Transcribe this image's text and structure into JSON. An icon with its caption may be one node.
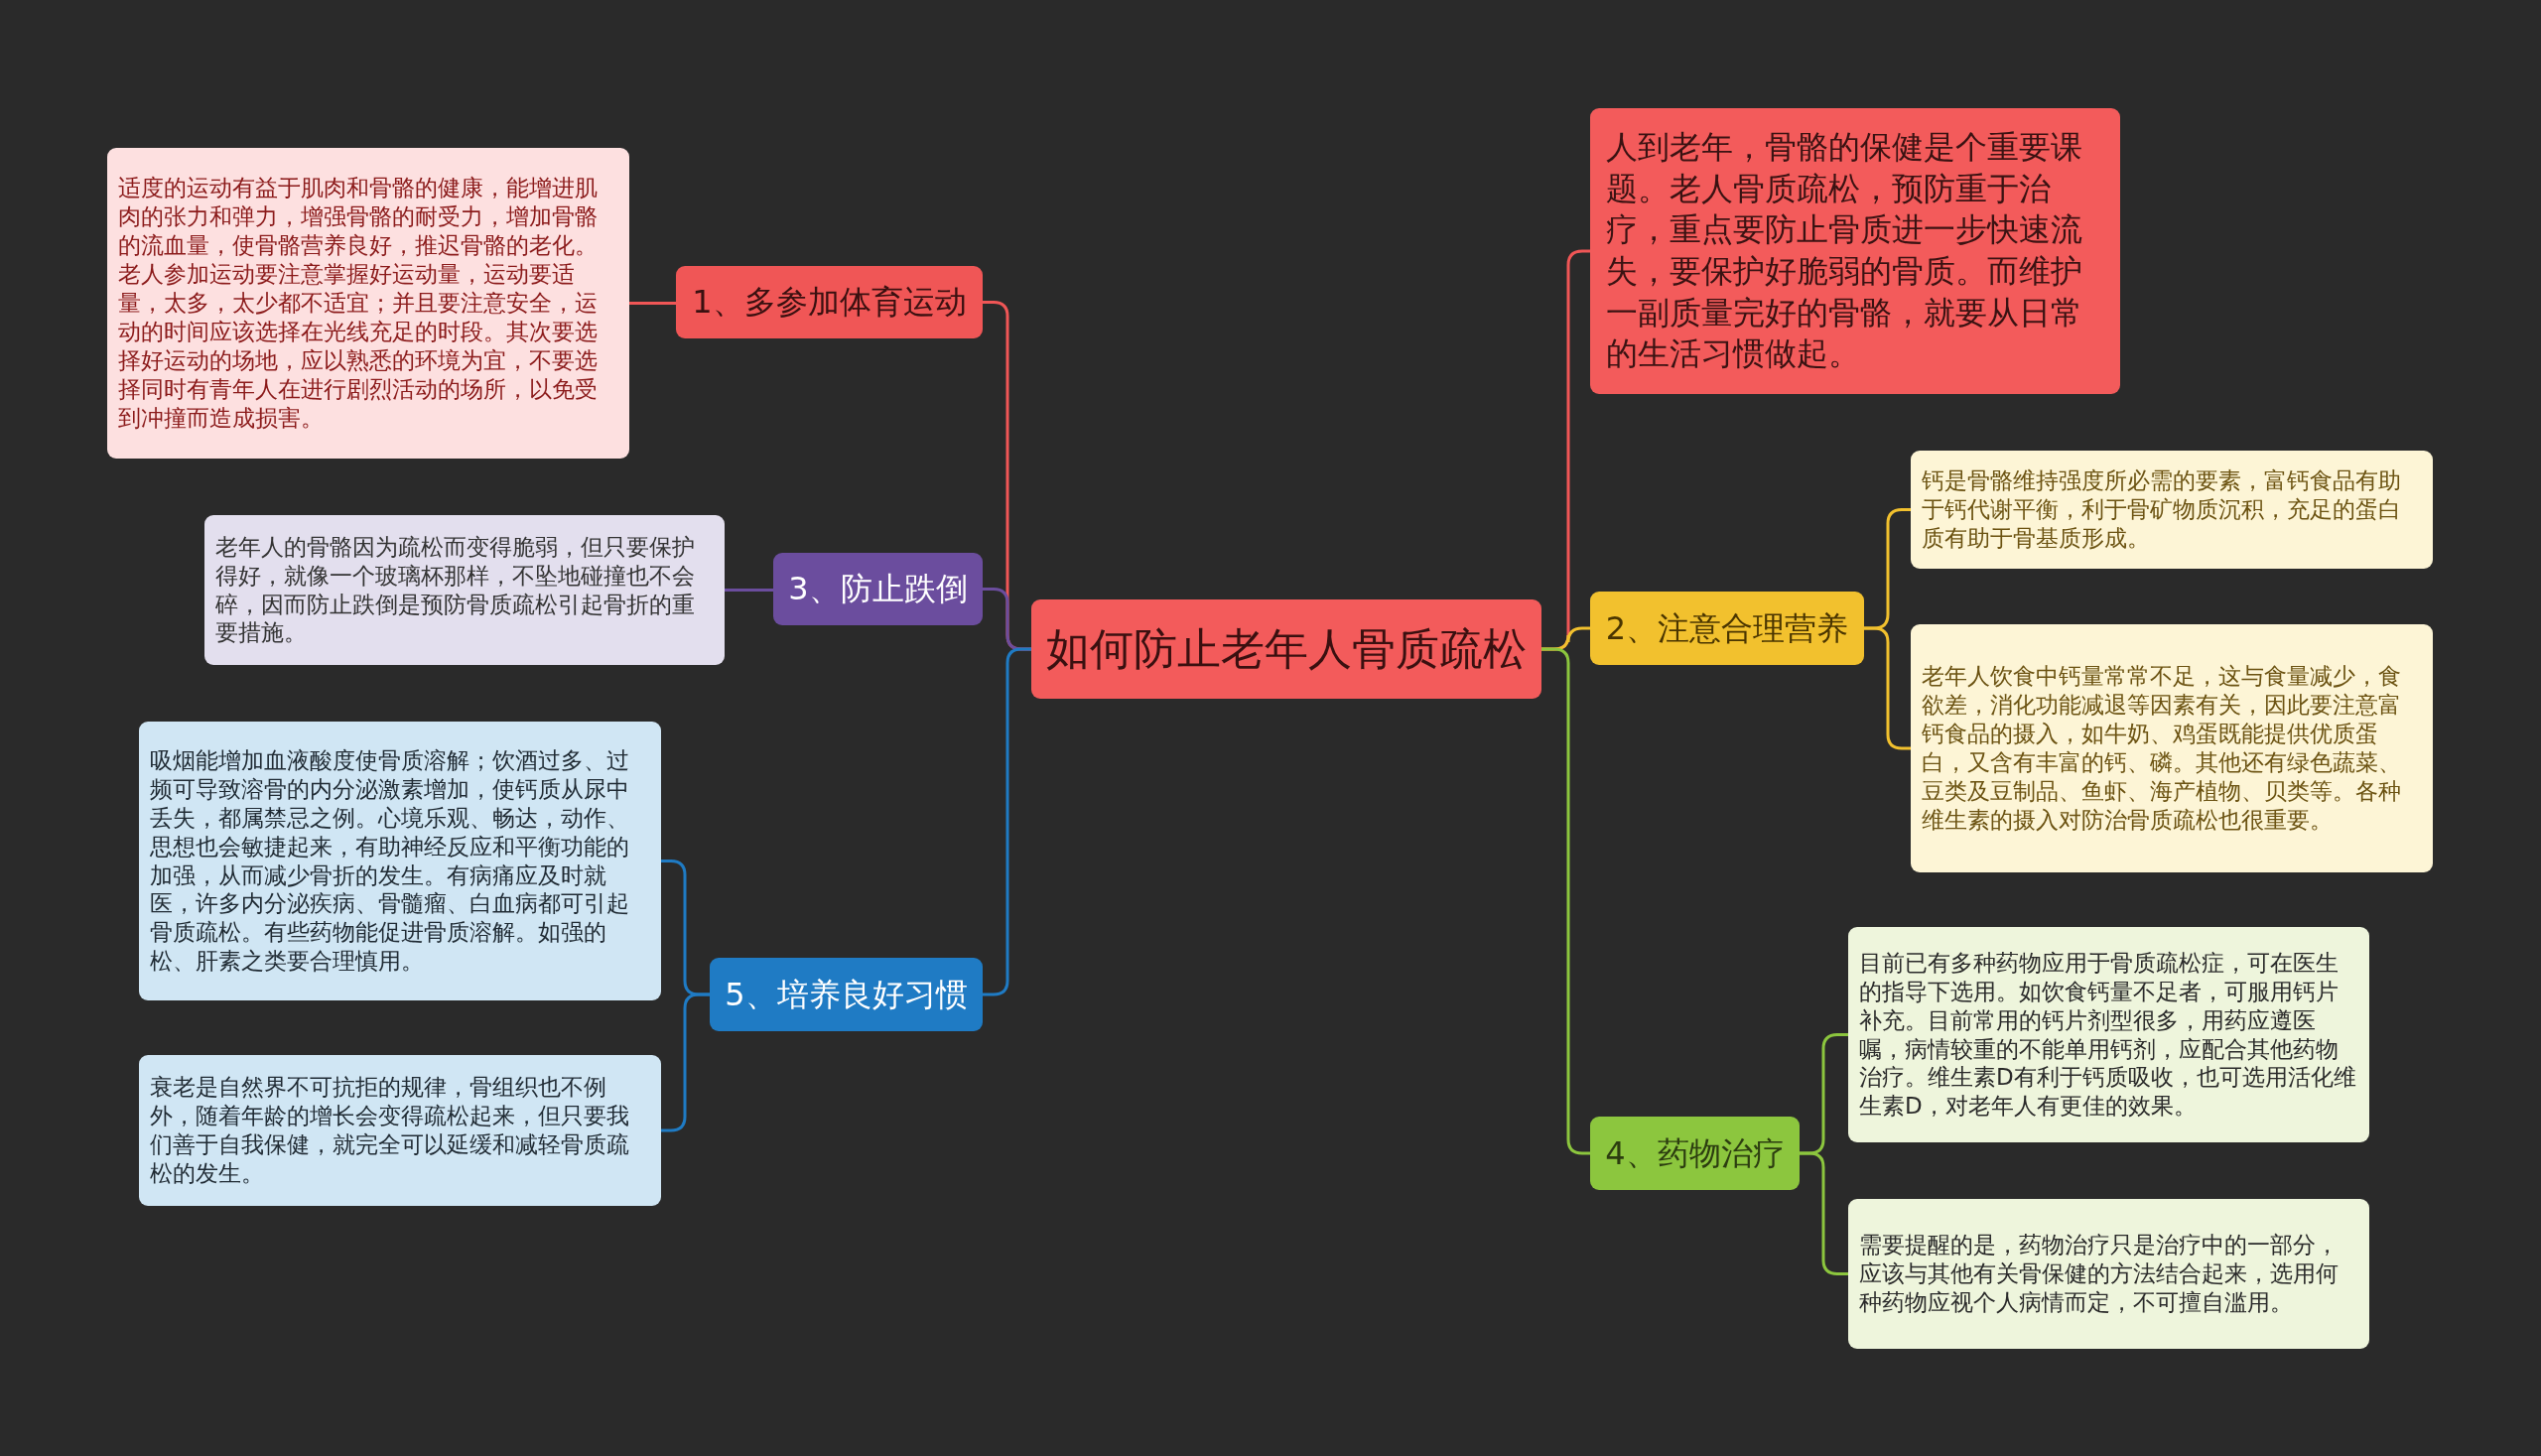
{
  "diagram": {
    "nodes": [
      {
        "text": [
          "如何防止老年人骨质疏松"
        ]
      },
      {
        "text": [
          "1、多参加体育运动"
        ]
      },
      {
        "text": [
          "适度的运动有益于肌肉和骨骼的健康，能增进肌肉的张力和弹力，增强骨骼的耐受力，增加骨骼的流血量，使骨骼营养良好，推迟骨骼的老化。老人参加运动要注意掌握好运动量，运动要适量，太多，太少都不适宜；并且要注意安全，运动的时间应该选择在光线充足的时段。其次要选择好运动的场地，应以熟悉的环境为宜，不要选择同时有青年人在进行剧烈活动的场所，以免受到冲撞而造成损害。"
        ]
      },
      {
        "text": [
          "3、防止跌倒"
        ]
      },
      {
        "text": [
          "老年人的骨骼因为疏松而变得脆弱，但只要保护得好，就像一个玻璃杯那样，不坠地碰撞也不会碎，因而防止跌倒是预防骨质疏松引起骨折的重要措施。"
        ]
      },
      {
        "text": [
          "5、培养良好习惯"
        ]
      },
      {
        "text": [
          "吸烟能增加血液酸度使骨质溶解；饮酒过多、过频可导致溶骨的内分泌激素增加，使钙质从尿中丢失，都属禁忌之例。心境乐观、畅达，动作、思想也会敏捷起来，有助神经反应和平衡功能的加强，从而减少骨折的发生。有病痛应及时就医，许多内分泌疾病、骨髓瘤、白血病都可引起骨质疏松。有些药物能促进骨质溶解。如强的松、肝素之类要合理慎用。"
        ]
      },
      {
        "text": [
          "衰老是自然界不可抗拒的规律，骨组织也不例外，随着年龄的增长会变得疏松起来，但只要我们善于自我保健，就完全可以延缓和减轻骨质疏松的发生。"
        ]
      },
      {
        "text": [
          "人到老年，骨骼的保健是个重要课题。老人骨质疏松，预防重于治疗，重点要防止骨质进一步快速流失，要保护好脆弱的骨质。而维护一副质量完好的骨骼，就要从日常的生活习惯做起。"
        ]
      },
      {
        "text": [
          "2、注意合理营养"
        ]
      },
      {
        "text": [
          "钙是骨骼维持强度所必需的要素，富钙食品有助于钙代谢平衡，利于骨矿物质沉积，充足的蛋白质有助于骨基质形成。"
        ]
      },
      {
        "text": [
          "老年人饮食中钙量常常不足，这与食量减少，食欲差，消化功能减退等因素有关，因此要注意富钙食品的摄入，如牛奶、鸡蛋既能提供优质蛋白，又含有丰富的钙、磷。其他还有绿色蔬菜、豆类及豆制品、鱼虾、海产植物、贝类等。各种维生素的摄入对防治骨质疏松也很重要。"
        ]
      },
      {
        "text": [
          "4、药物治疗"
        ]
      },
      {
        "text": [
          "目前已有多种药物应用于骨质疏松症，可在医生的指导下选用。如饮食钙量不足者，可服用钙片补充。目前常用的钙片剂型很多，用药应遵医嘱，病情较重的不能单用钙剂，应配合其他药物治疗。维生素D有利于钙质吸收，也可选用活化维生素D，对老年人有更佳的效果。"
        ]
      },
      {
        "text": [
          "需要提醒的是，药物治疗只是治疗中的一部分，应该与其他有关骨保健的方法结合起来，选用何种药物应视个人病情而定，不可擅自滥用。"
        ]
      }
    ],
    "edges": [
      {
        "from": 0,
        "to": 1,
        "arrow": "none",
        "color": "#f05656"
      },
      {
        "from": 0,
        "to": 3,
        "arrow": "none",
        "color": "#6b4d9e"
      },
      {
        "from": 0,
        "to": 5,
        "arrow": "none",
        "color": "#1f7bc4"
      },
      {
        "from": 0,
        "to": 8,
        "arrow": "none",
        "color": "#f05656"
      },
      {
        "from": 0,
        "to": 9,
        "arrow": "none",
        "color": "#f2c12e"
      },
      {
        "from": 0,
        "to": 12,
        "arrow": "none",
        "color": "#8cc63e"
      },
      {
        "from": 1,
        "to": 2,
        "arrow": "none",
        "color": "#f05656"
      },
      {
        "from": 3,
        "to": 4,
        "arrow": "none",
        "color": "#6b4d9e"
      },
      {
        "from": 5,
        "to": 6,
        "arrow": "none",
        "color": "#1f7bc4"
      },
      {
        "from": 5,
        "to": 7,
        "arrow": "none",
        "color": "#1f7bc4"
      },
      {
        "from": 9,
        "to": 10,
        "arrow": "none",
        "color": "#f2c12e"
      },
      {
        "from": 9,
        "to": 11,
        "arrow": "none",
        "color": "#f2c12e"
      },
      {
        "from": 12,
        "to": 13,
        "arrow": "none",
        "color": "#8cc63e"
      },
      {
        "from": 12,
        "to": 14,
        "arrow": "none",
        "color": "#8cc63e"
      }
    ]
  }
}
